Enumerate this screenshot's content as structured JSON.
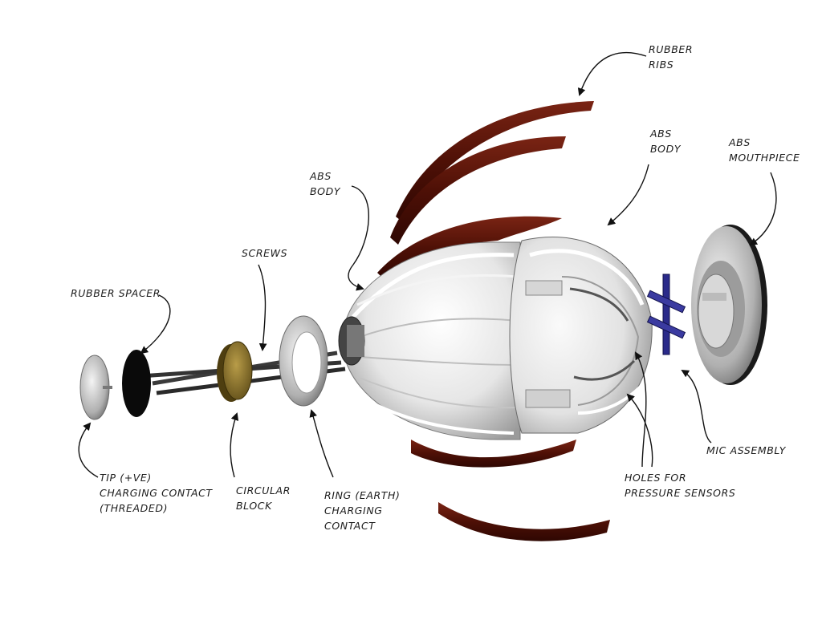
{
  "colors": {
    "rubber": "#5a1208",
    "rubber_highlight": "#8a2a18",
    "abs_body": "#e8e8e8",
    "metal": "#a8a8a8",
    "screw": "#3a3a3a",
    "spacer": "#0a0a0a",
    "block": "#8a7430",
    "mic": "#2a2a8a",
    "leader": "#111111"
  },
  "labels": {
    "rubber_ribs": [
      "RUBBER",
      "RIBS"
    ],
    "abs_body_right": [
      "ABS",
      "BODY"
    ],
    "abs_mouthpiece": [
      "ABS",
      "MOUTHPIECE"
    ],
    "abs_body_left": [
      "ABS",
      "BODY"
    ],
    "screws": [
      "SCREWS"
    ],
    "rubber_spacer": [
      "RUBBER SPACER"
    ],
    "tip_contact": [
      "TIP (+VE)",
      "CHARGING CONTACT",
      "(THREADED)"
    ],
    "circular_block": [
      "CIRCULAR",
      "BLOCK"
    ],
    "ring_contact": [
      "RING (EARTH)",
      "CHARGING",
      "CONTACT"
    ],
    "holes_sensors": [
      "HOLES FOR",
      "PRESSURE SENSORS"
    ],
    "mic_assembly": [
      "MIC ASSEMBLY"
    ]
  }
}
